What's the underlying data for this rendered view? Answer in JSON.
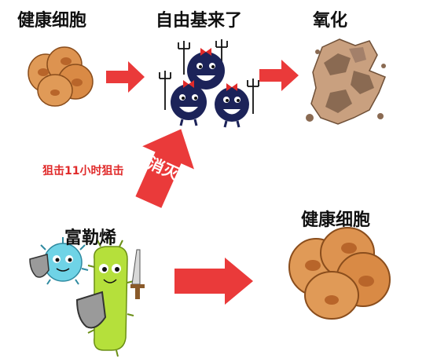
{
  "labels": {
    "top_healthy_cell": "健康细胞",
    "free_radical": "自由基来了",
    "oxidation": "氧化",
    "attack": "狙击11小时狙击",
    "eliminate": "消灭",
    "fullerene": "富勒烯",
    "bottom_healthy_cell": "健康细胞"
  },
  "colors": {
    "arrow": "#ea3a3a",
    "cell_fill": "#d98a45",
    "cell_dark": "#b8652a",
    "radical_body": "#1c2359",
    "oxidized": "#8a6a52",
    "germ_blue": "#6fd3e6",
    "germ_green": "#b5e03b",
    "label_red": "#e02a2a"
  }
}
